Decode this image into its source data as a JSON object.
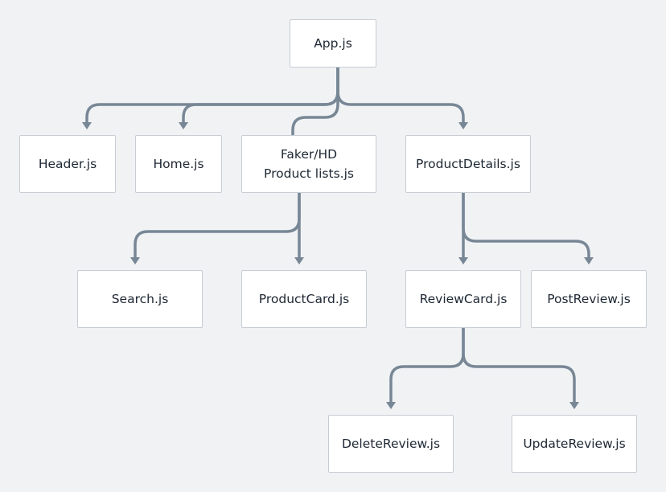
{
  "diagram": {
    "nodes": {
      "app": "App.js",
      "header": "Header.js",
      "home": "Home.js",
      "faker": "Faker/HD\nProduct lists.js",
      "product_details": "ProductDetails.js",
      "search": "Search.js",
      "product_card": "ProductCard.js",
      "review_card": "ReviewCard.js",
      "post_review": "PostReview.js",
      "delete_review": "DeleteReview.js",
      "update_review": "UpdateReview.js"
    },
    "edges": [
      {
        "from": "App.js",
        "to": "Header.js"
      },
      {
        "from": "App.js",
        "to": "Home.js"
      },
      {
        "from": "App.js",
        "to": "Faker/HD\nProduct lists.js"
      },
      {
        "from": "App.js",
        "to": "ProductDetails.js"
      },
      {
        "from": "Faker/HD\nProduct lists.js",
        "to": "Search.js"
      },
      {
        "from": "Faker/HD\nProduct lists.js",
        "to": "ProductCard.js"
      },
      {
        "from": "ProductDetails.js",
        "to": "ReviewCard.js"
      },
      {
        "from": "ProductDetails.js",
        "to": "PostReview.js"
      },
      {
        "from": "ReviewCard.js",
        "to": "DeleteReview.js"
      },
      {
        "from": "ReviewCard.js",
        "to": "UpdateReview.js"
      }
    ],
    "colors": {
      "background": "#f0f2f4",
      "node_fill": "#ffffff",
      "node_border": "#c7cdd3",
      "connector": "#788795",
      "text": "#1d2733"
    }
  }
}
